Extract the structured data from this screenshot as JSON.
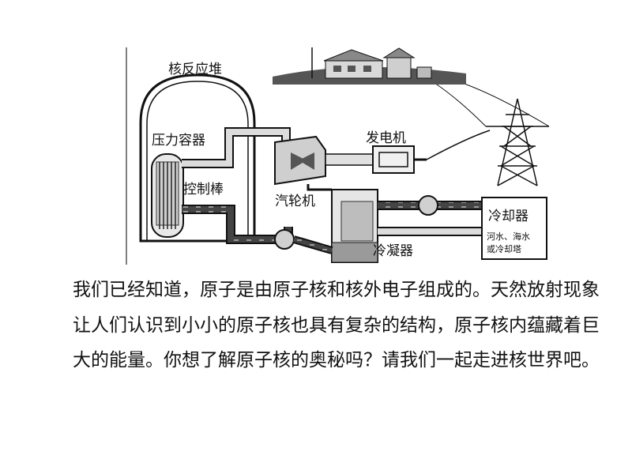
{
  "diagram": {
    "labels": {
      "reactor": "核反应堆",
      "pressure_vessel": "压力容器",
      "control_rods": "控制棒",
      "turbine": "汽轮机",
      "generator": "发电机",
      "condenser": "冷凝器",
      "cooler": "冷却器",
      "cooler_source_line1": "河水、海水",
      "cooler_source_line2": "或冷却塔"
    }
  },
  "paragraph": {
    "text": "我们已经知道，原子是由原子核和核外电子组成的。天然放射现象让人们认识到小小的原子核也具有复杂的结构，原子核内蕴藏着巨大的能量。你想了解原子核的奥秘吗？请我们一起走进核世界吧。"
  },
  "colors": {
    "pipe_dark": "#3a3a3a",
    "pipe_light": "#d6d6d6",
    "line": "#111111"
  }
}
